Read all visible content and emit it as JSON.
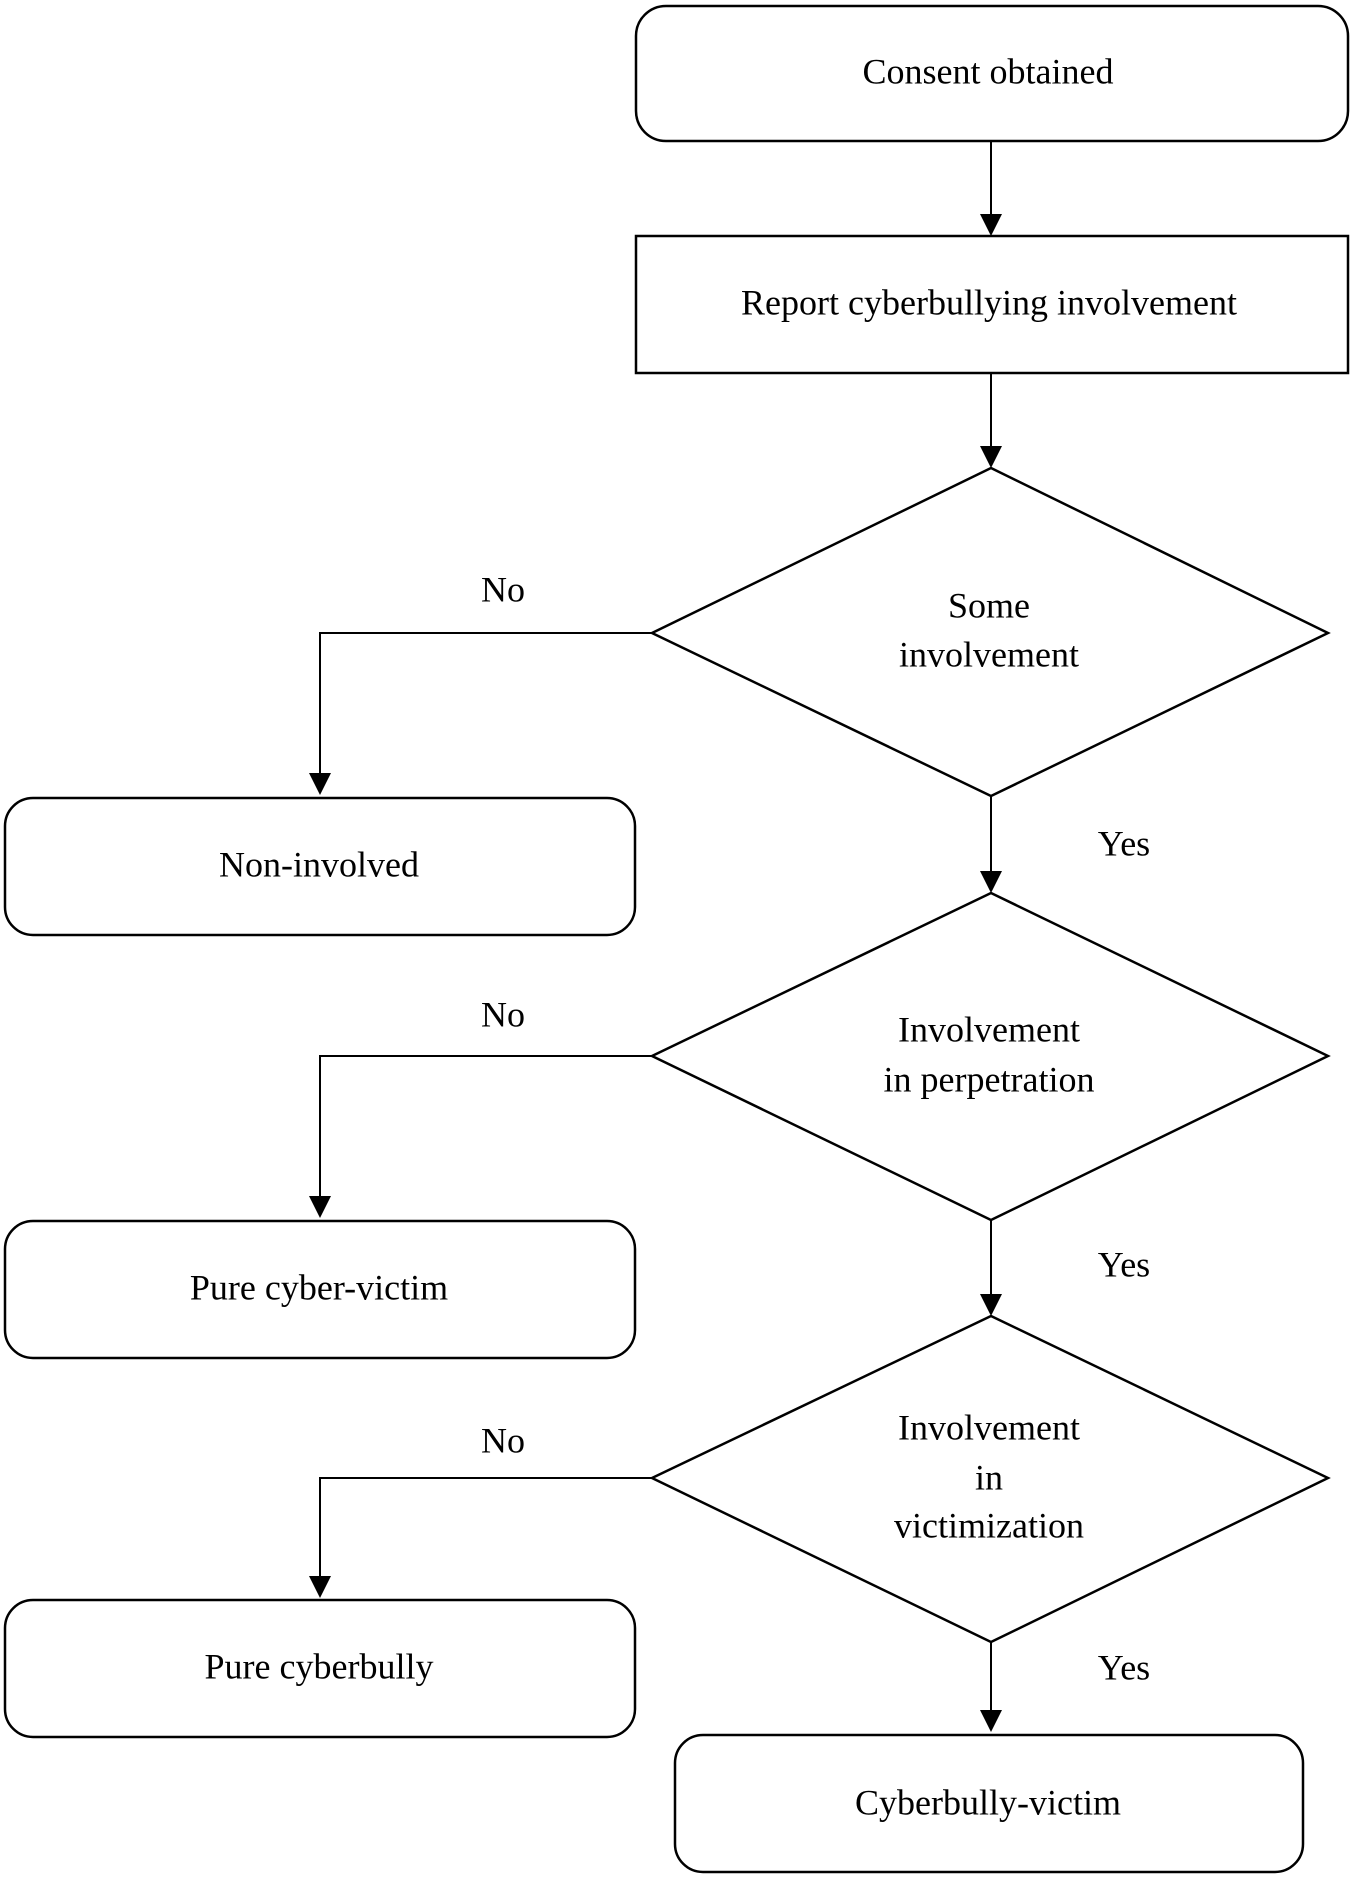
{
  "nodes": {
    "consent": "Consent obtained",
    "report": "Report cyberbullying involvement",
    "decision_some": [
      "Some",
      "involvement"
    ],
    "decision_perpetration": [
      "Involvement",
      "in perpetration"
    ],
    "decision_victimization": [
      "Involvement",
      "in",
      "victimization"
    ],
    "non_involved": "Non-involved",
    "pure_victim": "Pure cyber-victim",
    "pure_bully": "Pure cyberbully",
    "bully_victim": "Cyberbully-victim"
  },
  "edges": {
    "no_1": "No",
    "yes_1": "Yes",
    "no_2": "No",
    "yes_2": "Yes",
    "no_3": "No",
    "yes_3": "Yes"
  }
}
